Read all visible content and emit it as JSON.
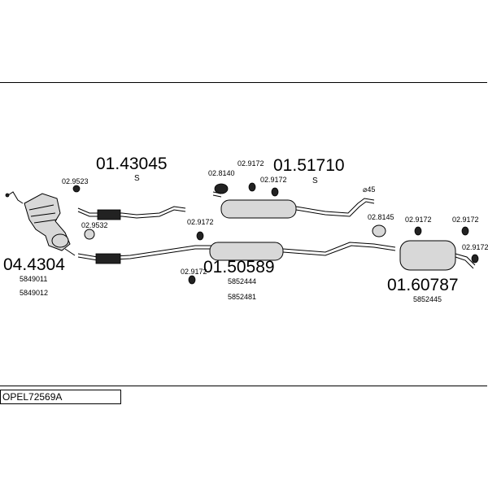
{
  "diagram_code": "OPEL72569A",
  "parts": [
    {
      "number": "01.43045",
      "suffix": "S"
    },
    {
      "number": "01.51710",
      "suffix": "S"
    },
    {
      "number": "04.4304",
      "oem": [
        "5849011",
        "5849012"
      ]
    },
    {
      "number": "01.50589",
      "oem": [
        "5852444",
        "5852481"
      ]
    },
    {
      "number": "01.60787",
      "oem": [
        "5852445"
      ]
    }
  ],
  "accessories": {
    "a9523": "02.9523",
    "a9532": "02.9532",
    "a8140": "02.8140",
    "a9172": "02.9172",
    "a8145": "02.8145"
  },
  "note_45": "⌀45"
}
